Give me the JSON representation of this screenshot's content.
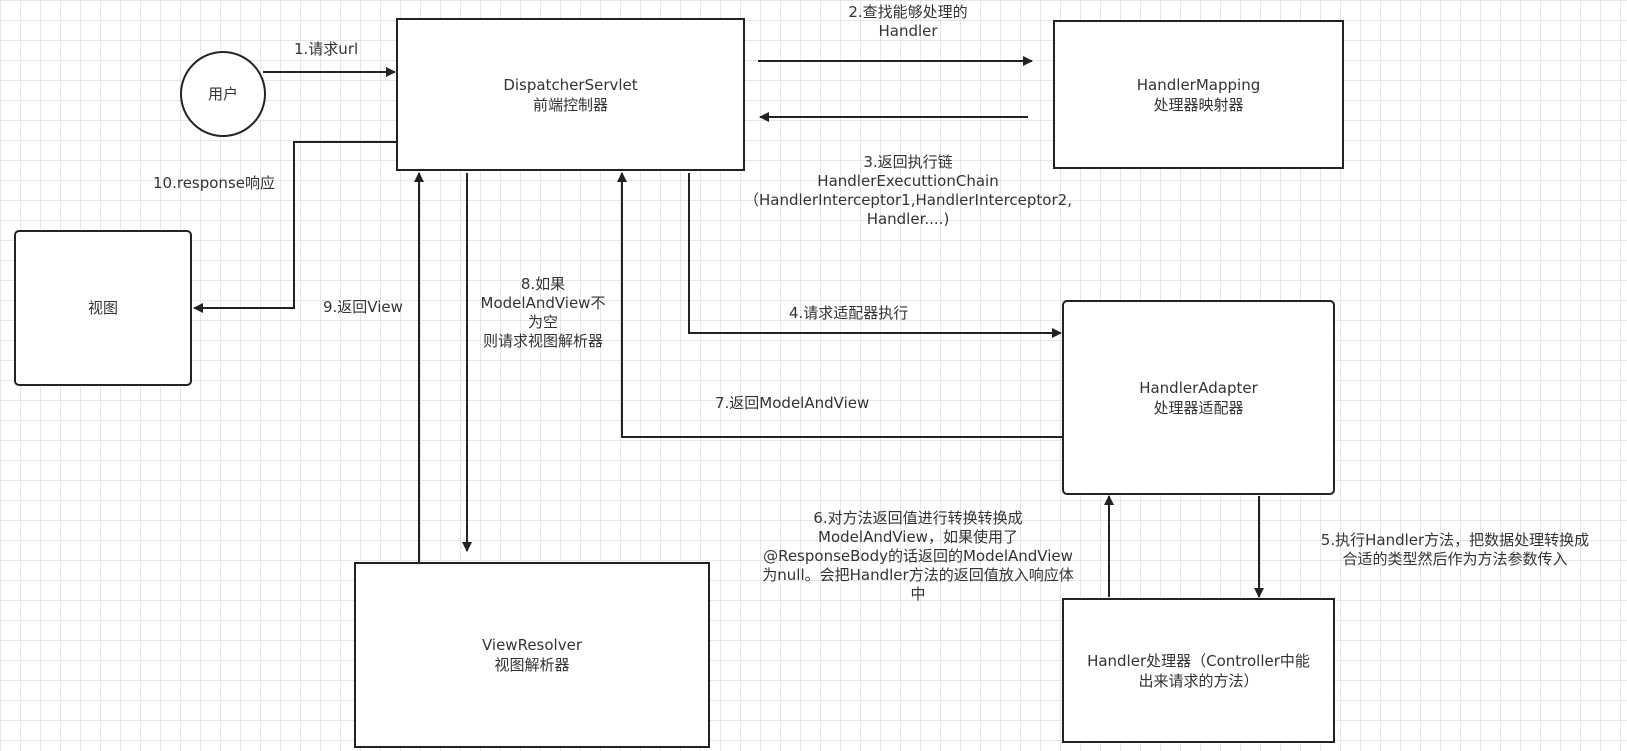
{
  "nodes": {
    "user": "用户",
    "dispatcher": {
      "name": "DispatcherServlet",
      "desc": "前端控制器"
    },
    "handler_mapping": {
      "name": "HandlerMapping",
      "desc": "处理器映射器"
    },
    "view": "视图",
    "handler_adapter": {
      "name": "HandlerAdapter",
      "desc": "处理器适配器"
    },
    "view_resolver": {
      "name": "ViewResolver",
      "desc": "视图解析器"
    },
    "handler": {
      "line1": "Handler处理器（Controller中能",
      "line2": "出来请求的方法）"
    }
  },
  "edges": {
    "e1": "1.请求url",
    "e2": {
      "line1": "2.查找能够处理的",
      "line2": "Handler"
    },
    "e3": {
      "line1": "3.返回执行链",
      "line2": "HandlerExecuttionChain",
      "line3": "（HandlerInterceptor1,HandlerInterceptor2,",
      "line4": "Handler....)"
    },
    "e4": "4.请求适配器执行",
    "e5": {
      "line1": "5.执行Handler方法，把数据处理转换成",
      "line2": "合适的类型然后作为方法参数传入"
    },
    "e6": {
      "line1": "6.对方法返回值进行转换转换成",
      "line2": "ModelAndView，如果使用了",
      "line3": "@ResponseBody的话返回的ModelAndView",
      "line4": "为null。会把Handler方法的返回值放入响应体",
      "line5": "中"
    },
    "e7": "7.返回ModelAndView",
    "e8": {
      "line1": "8.如果",
      "line2": "ModelAndView不",
      "line3": "为空",
      "line4": "则请求视图解析器"
    },
    "e9": "9.返回View",
    "e10": "10.response响应"
  }
}
